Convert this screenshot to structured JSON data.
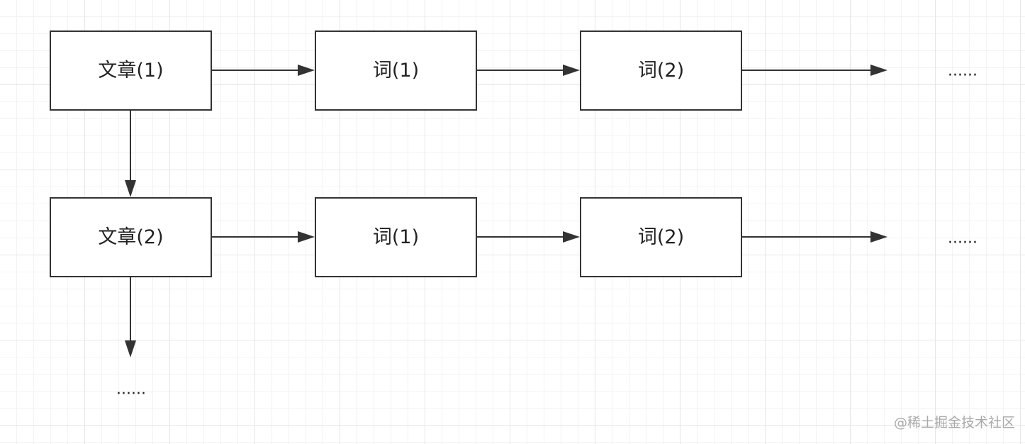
{
  "nodes": {
    "article_1": "文章(1)",
    "word_1_1": "词(1)",
    "word_1_2": "词(2)",
    "article_2": "文章(2)",
    "word_2_1": "词(1)",
    "word_2_2": "词(2)"
  },
  "continuations": {
    "row_1": "......",
    "row_2": "......",
    "articles": "......"
  },
  "watermark": "@稀土掘金技术社区",
  "colors": {
    "stroke": "#333333",
    "text": "#222222",
    "grid": "#e6e6e6"
  }
}
